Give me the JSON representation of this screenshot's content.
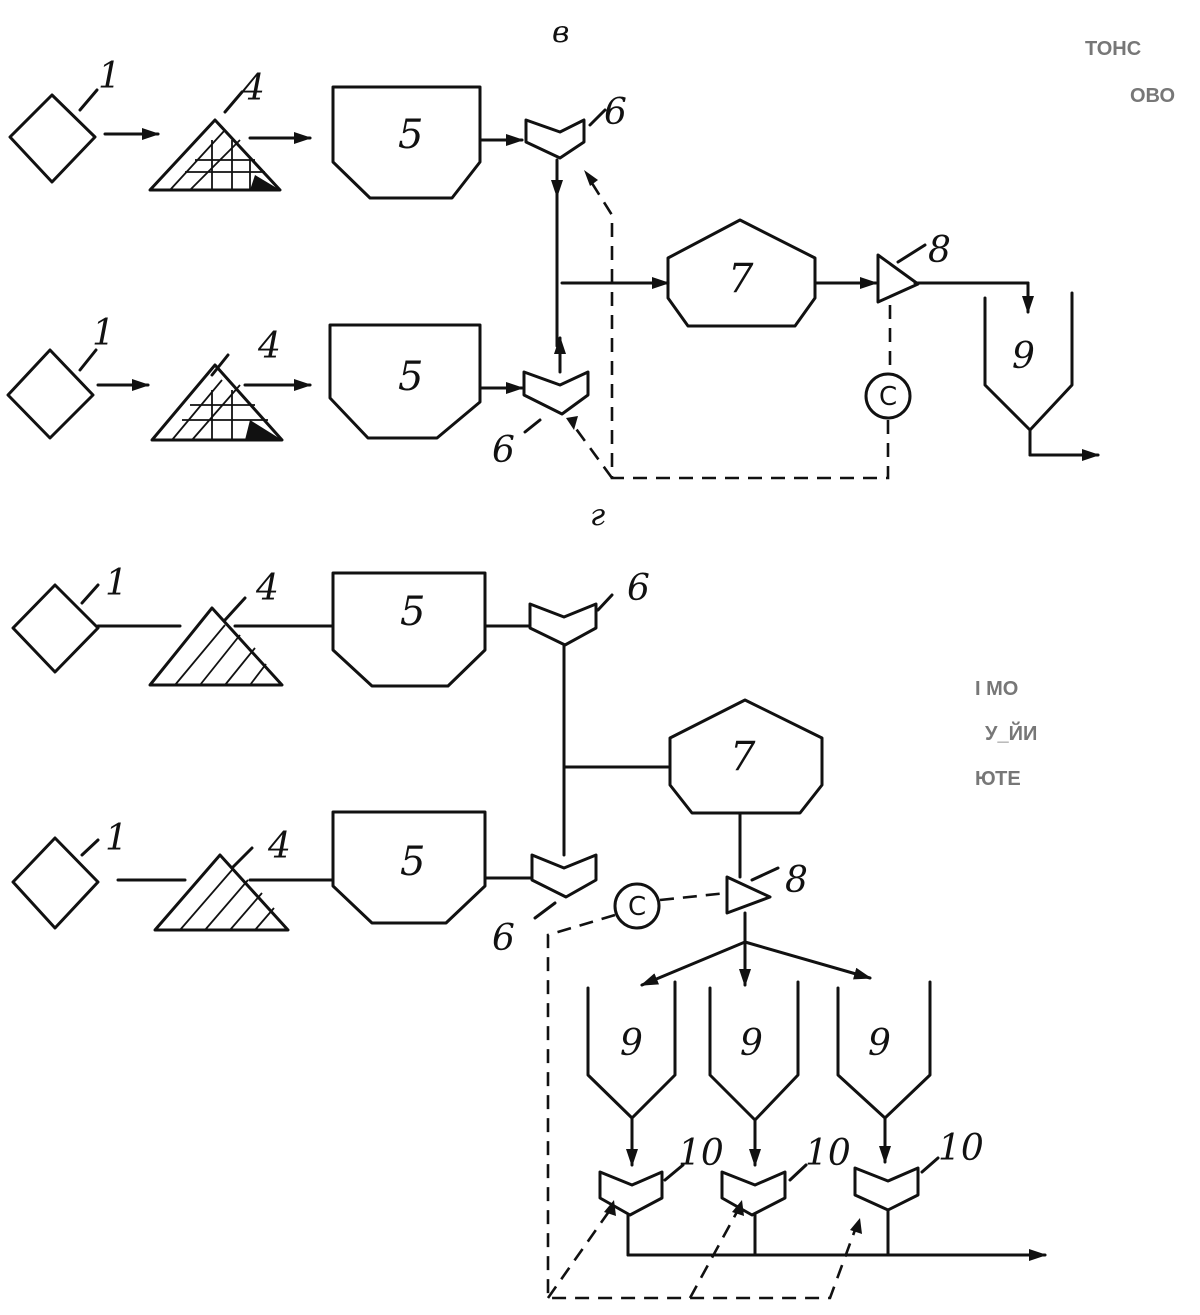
{
  "sections": {
    "top": "в",
    "bottom": "г"
  },
  "labels": {
    "source": "1",
    "pile": "4",
    "bin": "5",
    "feeder": "6",
    "mixer": "7",
    "divider": "8",
    "silo": "9",
    "outlet_feeder": "10",
    "controller": "C"
  },
  "edge_text": [
    "ТОНС",
    "ОВО",
    "I МО",
    "У_ЙИ",
    "ЮТЕ"
  ]
}
